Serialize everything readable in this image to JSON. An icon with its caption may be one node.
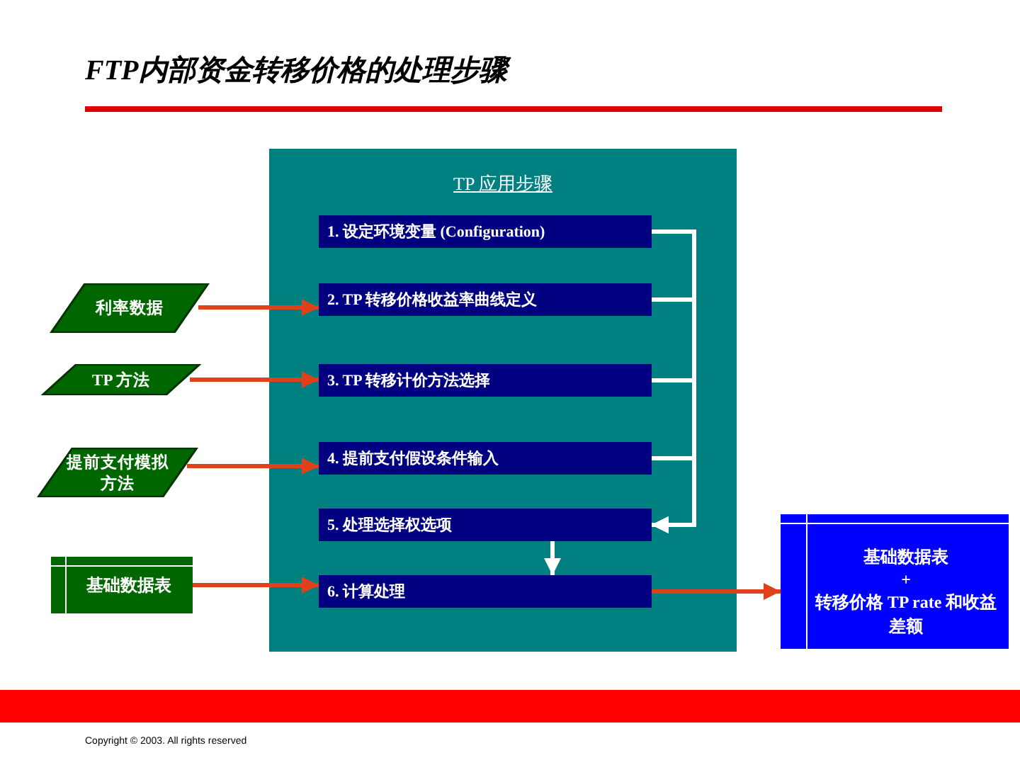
{
  "diagram": {
    "title": "FTP内部资金转移价格的处理步骤",
    "nodes": [
      {
        "text": [
          "TP 应用步骤"
        ]
      },
      {
        "text": [
          "1. 设定环境变量 (Configuration)"
        ],
        "in": 0
      },
      {
        "text": [
          "2. TP 转移价格收益率曲线定义"
        ],
        "in": 0
      },
      {
        "text": [
          "3. TP 转移计价方法选择"
        ],
        "in": 0
      },
      {
        "text": [
          "4. 提前支付假设条件输入"
        ],
        "in": 0
      },
      {
        "text": [
          "5. 处理选择权选项"
        ],
        "in": 0
      },
      {
        "text": [
          "6. 计算处理"
        ],
        "in": 0
      },
      {
        "text": [
          "利率数据"
        ]
      },
      {
        "text": [
          "TP 方法"
        ]
      },
      {
        "text": [
          "提前支付模拟方法"
        ]
      },
      {
        "text": [
          "基础数据表"
        ]
      },
      {
        "text": [
          "基础数据表",
          "+",
          "转移价格 TP rate 和收益差额"
        ]
      }
    ],
    "edges": [
      {
        "from": 1,
        "to": 5,
        "arrow": "to",
        "color": "#ffffff"
      },
      {
        "from": 2,
        "to": 5,
        "arrow": "to",
        "color": "#ffffff"
      },
      {
        "from": 3,
        "to": 5,
        "arrow": "to",
        "color": "#ffffff"
      },
      {
        "from": 4,
        "to": 5,
        "arrow": "to",
        "color": "#ffffff"
      },
      {
        "from": 5,
        "to": 6,
        "arrow": "to",
        "color": "#ffffff"
      },
      {
        "from": 7,
        "to": 2,
        "arrow": "to",
        "color": "#e0401a"
      },
      {
        "from": 8,
        "to": 3,
        "arrow": "to",
        "color": "#e0401a"
      },
      {
        "from": 9,
        "to": 4,
        "arrow": "to",
        "color": "#e0401a"
      },
      {
        "from": 10,
        "to": 6,
        "arrow": "to",
        "color": "#e0401a"
      },
      {
        "from": 6,
        "to": 11,
        "arrow": "to",
        "color": "#e0401a"
      }
    ],
    "labels": [
      "Copyright © 2003. All rights reserved"
    ]
  }
}
